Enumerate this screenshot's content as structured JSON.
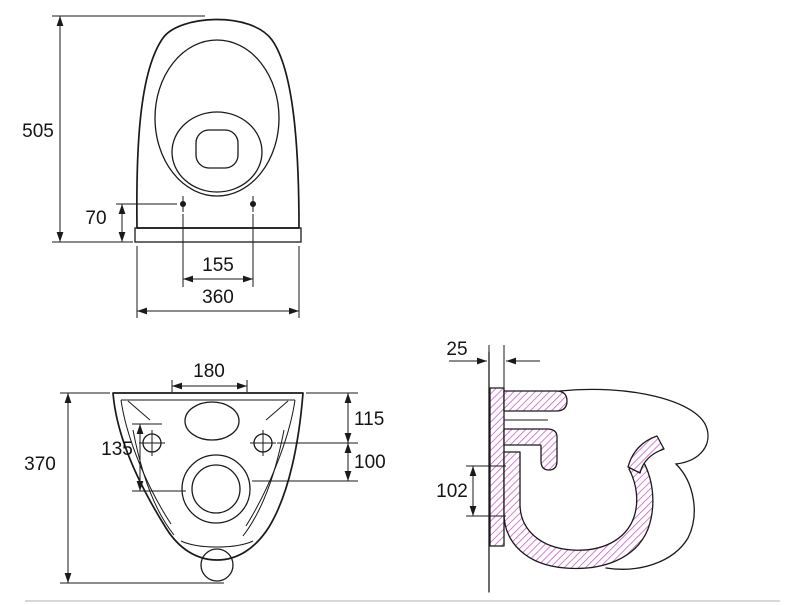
{
  "colors": {
    "line": "#1a1a1a",
    "hatch": "#c455c4",
    "background": "#ffffff"
  },
  "views": {
    "top": {
      "dimensions": {
        "depth": "505",
        "hole_offset": "70",
        "hole_spacing": "155",
        "width": "360"
      }
    },
    "front": {
      "dimensions": {
        "top_width": "180",
        "rim_to_holes": "115",
        "holes_to_outlet": "100",
        "inner_span": "135",
        "height": "370"
      }
    },
    "side": {
      "dimensions": {
        "wall_offset": "25",
        "outlet_height": "102"
      }
    }
  }
}
